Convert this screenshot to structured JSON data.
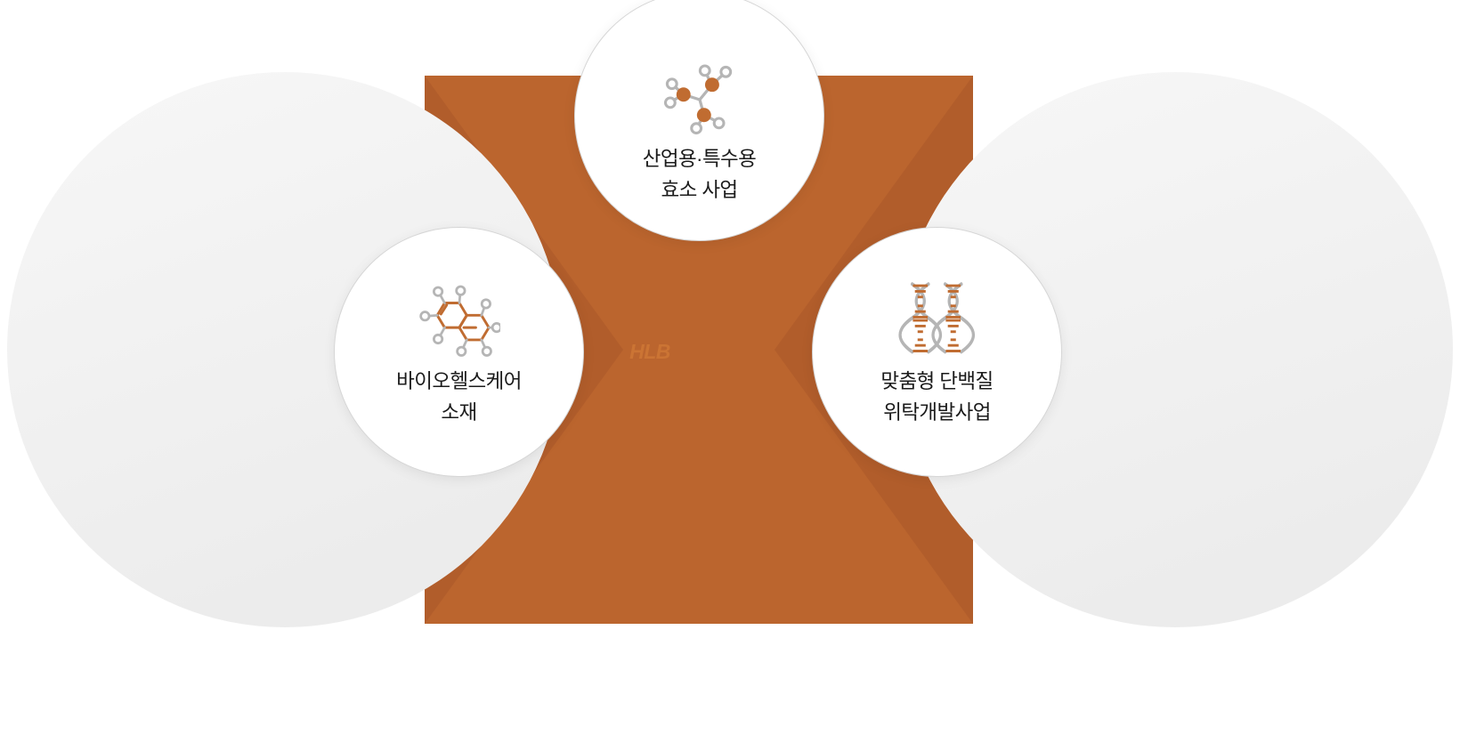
{
  "graphic": {
    "title": "HLB business domains hub diagram",
    "center_wordmark": "HLB",
    "colors": {
      "orange": "#BB652E",
      "orange_shadow": "#AB5A2A",
      "orange_wordmark": "#CB7434",
      "light_gray_circle": "#F2F2F2",
      "bubble_fill": "#FFFFFF",
      "bubble_border": "#D6D6D6",
      "icon_gray": "#B5B5B5",
      "icon_orange": "#C06C31",
      "label_text": "#1B1B1B",
      "page_background": "#FFFFFF"
    }
  },
  "bubbles": [
    {
      "id": "industrial-enzyme",
      "icon": "molecule-icon",
      "label": "산업용·특수용\n효소 사업",
      "label_line1": "산업용·특수용",
      "label_line2": "효소 사업"
    },
    {
      "id": "biohealthcare-material",
      "icon": "aromatic-ring-molecule-icon",
      "label": "바이오헬스케어\n소재",
      "label_line1": "바이오헬스케어",
      "label_line2": "소재"
    },
    {
      "id": "custom-protein-cdmo",
      "icon": "dna-helix-icon",
      "label": "맞춤형 단백질\n위탁개발사업",
      "label_line1": "맞춤형 단백질",
      "label_line2": "위탁개발사업"
    }
  ]
}
